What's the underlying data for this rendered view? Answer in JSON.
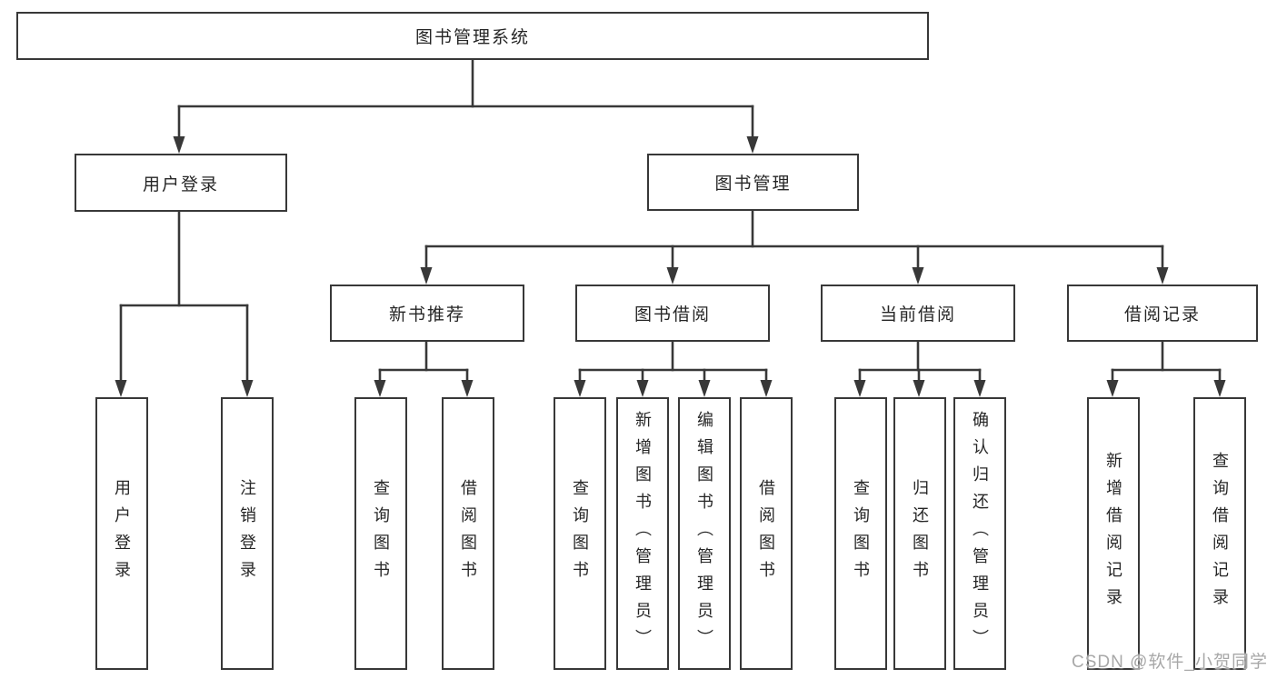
{
  "diagram": {
    "root": {
      "label": "图书管理系统"
    },
    "branches": [
      {
        "label": "用户登录",
        "children": [
          {
            "label": "用户登录"
          },
          {
            "label": "注销登录"
          }
        ]
      },
      {
        "label": "图书管理",
        "children": [
          {
            "label": "新书推荐",
            "children": [
              {
                "label": "查询图书"
              },
              {
                "label": "借阅图书"
              }
            ]
          },
          {
            "label": "图书借阅",
            "children": [
              {
                "label": "查询图书"
              },
              {
                "label": "新增图书（管理员）"
              },
              {
                "label": "编辑图书（管理员）"
              },
              {
                "label": "借阅图书"
              }
            ]
          },
          {
            "label": "当前借阅",
            "children": [
              {
                "label": "查询图书"
              },
              {
                "label": "归还图书"
              },
              {
                "label": "确认归还（管理员）"
              }
            ]
          },
          {
            "label": "借阅记录",
            "children": [
              {
                "label": "新增借阅记录"
              },
              {
                "label": "查询借阅记录"
              }
            ]
          }
        ]
      }
    ]
  },
  "watermark": {
    "text": "CSDN @软件_小贺同学"
  },
  "colors": {
    "background": "#ffffff",
    "line": "#383838",
    "box_border": "#383838",
    "box_fill": "#ffffff",
    "text": "#262626",
    "watermark": "#a8a8a8"
  }
}
